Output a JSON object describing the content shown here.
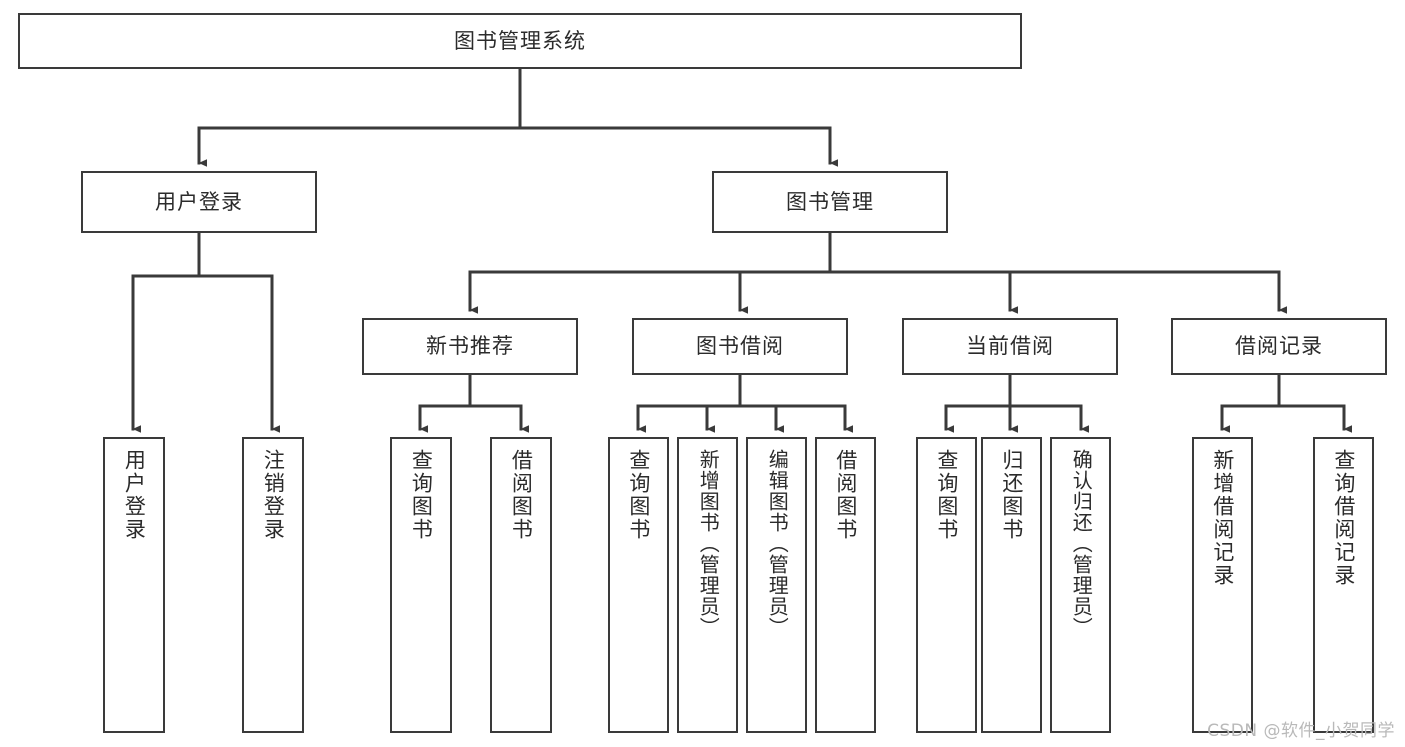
{
  "diagram": {
    "title": "图书管理系统",
    "type": "tree-hierarchy",
    "watermark": "CSDN @软件_小贺同学",
    "colors": {
      "box_border": "#3a3a3a",
      "box_fill": "#ffffff",
      "connector": "#3a3a3a",
      "text": "#2b2b2b",
      "watermark": "#b9b9b9",
      "background": "#ffffff"
    },
    "nodes": {
      "root": {
        "label": "图书管理系统"
      },
      "level2": [
        {
          "id": "user-login",
          "label": "用户登录"
        },
        {
          "id": "book-manage",
          "label": "图书管理"
        }
      ],
      "level3": [
        {
          "id": "new-book-recommend",
          "label": "新书推荐"
        },
        {
          "id": "book-borrow",
          "label": "图书借阅"
        },
        {
          "id": "current-borrow",
          "label": "当前借阅"
        },
        {
          "id": "borrow-record",
          "label": "借阅记录"
        }
      ],
      "leaves": {
        "user_login": [
          {
            "id": "leaf-user-login",
            "label": "用户登录"
          },
          {
            "id": "leaf-logout-login",
            "label": "注销登录"
          }
        ],
        "new_book_recommend": [
          {
            "id": "leaf-query-book-1",
            "label": "查询图书"
          },
          {
            "id": "leaf-borrow-book-1",
            "label": "借阅图书"
          }
        ],
        "book_borrow": [
          {
            "id": "leaf-query-book-2",
            "label": "查询图书"
          },
          {
            "id": "leaf-add-book",
            "label": "新增图书（管理员）"
          },
          {
            "id": "leaf-edit-book",
            "label": "编辑图书（管理员）"
          },
          {
            "id": "leaf-borrow-book-2",
            "label": "借阅图书"
          }
        ],
        "current_borrow": [
          {
            "id": "leaf-query-book-3",
            "label": "查询图书"
          },
          {
            "id": "leaf-return-book",
            "label": "归还图书"
          },
          {
            "id": "leaf-confirm-return",
            "label": "确认归还（管理员）"
          }
        ],
        "borrow_record": [
          {
            "id": "leaf-add-record",
            "label": "新增借阅记录"
          },
          {
            "id": "leaf-query-record",
            "label": "查询借阅记录"
          }
        ]
      }
    }
  }
}
